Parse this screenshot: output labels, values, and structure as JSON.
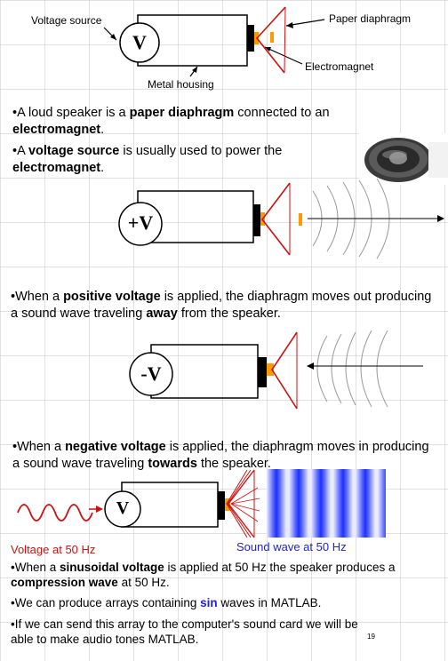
{
  "diagram1": {
    "voltage_source_label": "Voltage source",
    "paper_diaphragm_label": "Paper diaphragm",
    "electromagnet_label": "Electromagnet",
    "metal_housing_label": "Metal housing",
    "source_symbol": "V"
  },
  "para1": {
    "p1_a": "A loud speaker is a ",
    "p1_b": "paper diaphragm",
    "p1_c": " connected to an ",
    "p1_d": "electromagnet",
    "p1_e": "."
  },
  "para2": {
    "p2_a": "A ",
    "p2_b": "voltage source",
    "p2_c": " is usually used to power the ",
    "p2_d": "electromagnet",
    "p2_e": "."
  },
  "diagram2": {
    "source_symbol": "+V"
  },
  "para3": {
    "a": "When a ",
    "b": "positive voltage",
    "c": " is applied, the diaphragm moves out producing a sound wave traveling ",
    "d": "away",
    "e": " from the speaker."
  },
  "diagram3": {
    "source_symbol": "-V"
  },
  "para4": {
    "a": "When a ",
    "b": "negative voltage",
    "c": " is applied, the diaphragm moves in producing a sound wave traveling ",
    "d": "towards",
    "e": " the speaker."
  },
  "diagram4": {
    "source_symbol": "V",
    "voltage_label": "Voltage at 50 Hz",
    "wave_label": "Sound wave at 50 Hz"
  },
  "para5": {
    "a": "When a ",
    "b": "sinusoidal voltage",
    "c": " is applied at 50 Hz the speaker produces a ",
    "d": "compression wave",
    "e": " at 50 Hz."
  },
  "para6": {
    "a": "We can produce arrays containing ",
    "b": "sin",
    "c": " waves in MATLAB."
  },
  "para7": {
    "a": "If we can send this array to the computer's sound card we will be able to make audio tones MATLAB."
  },
  "page_number": "19",
  "colors": {
    "red": "#cc1111",
    "orange": "#ff9900",
    "blue": "#1f23d8",
    "wave_blue": "#1b30ff"
  }
}
